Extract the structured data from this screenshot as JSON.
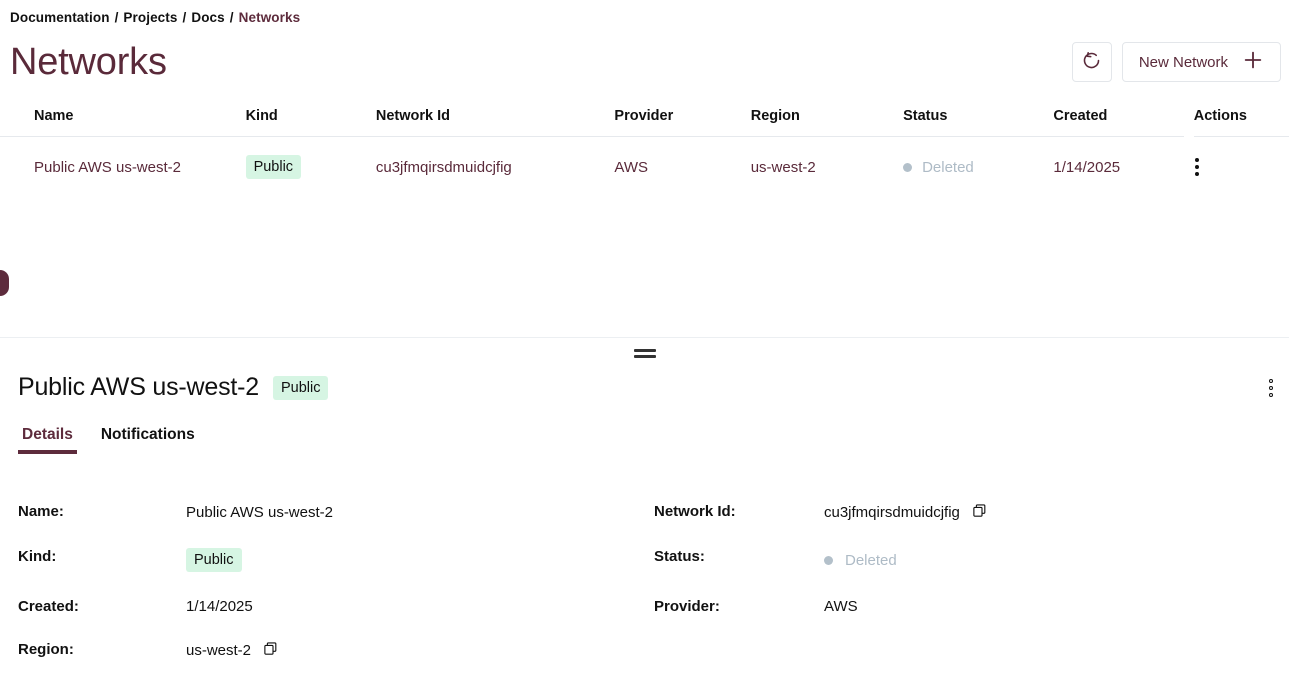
{
  "breadcrumb": {
    "items": [
      "Documentation",
      "Projects",
      "Docs",
      "Networks"
    ],
    "separator": "/"
  },
  "header": {
    "title": "Networks",
    "refresh_icon": "refresh-icon",
    "new_network_label": "New Network",
    "plus_icon": "plus-icon",
    "accent_color": "#5a2a3a"
  },
  "table": {
    "columns": [
      "Name",
      "Kind",
      "Network Id",
      "Provider",
      "Region",
      "Status",
      "Created",
      "Actions"
    ],
    "rows": [
      {
        "selected": true,
        "name": "Public AWS us-west-2",
        "kind": "Public",
        "network_id": "cu3jfmqirsdmuidcjfig",
        "provider": "AWS",
        "region": "us-west-2",
        "status": "Deleted",
        "created": "1/14/2025",
        "actions_icon": "kebab-menu-icon"
      }
    ]
  },
  "splitter": {
    "handle_icon": "drag-handle-icon"
  },
  "detail": {
    "title": "Public AWS us-west-2",
    "badge": "Public",
    "menu_icon": "kebab-menu-icon",
    "tabs": [
      {
        "label": "Details",
        "active": true
      },
      {
        "label": "Notifications",
        "active": false
      }
    ],
    "fields_left": [
      {
        "label": "Name:",
        "value": "Public AWS us-west-2",
        "type": "text"
      },
      {
        "label": "Kind:",
        "value": "Public",
        "type": "badge"
      },
      {
        "label": "Created:",
        "value": "1/14/2025",
        "type": "text"
      },
      {
        "label": "Region:",
        "value": "us-west-2",
        "type": "text",
        "copy": true
      }
    ],
    "fields_right": [
      {
        "label": "Network Id:",
        "value": "cu3jfmqirsdmuidcjfig",
        "type": "text",
        "copy": true
      },
      {
        "label": "Status:",
        "value": "Deleted",
        "type": "status"
      },
      {
        "label": "Provider:",
        "value": "AWS",
        "type": "text"
      },
      {
        "label": "",
        "value": "",
        "type": "empty"
      }
    ]
  },
  "colors": {
    "accent": "#5a2a3a",
    "badge_bg": "#d6f5e3",
    "status_gray": "#aebbc6",
    "border": "#e6e9ed"
  }
}
